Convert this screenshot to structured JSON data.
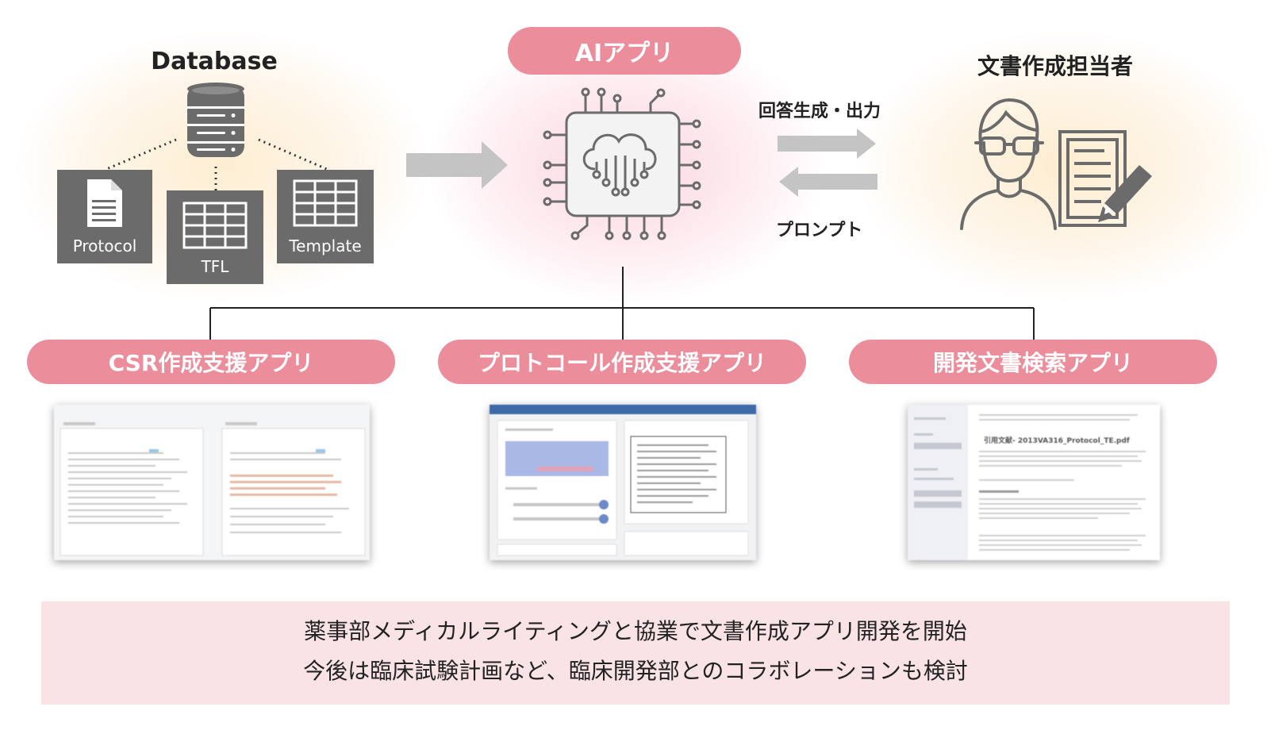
{
  "database": {
    "title": "Database",
    "cards": [
      "Protocol",
      "TFL",
      "Template"
    ]
  },
  "ai_app": {
    "title": "AIアプリ"
  },
  "writer": {
    "title": "文書作成担当者"
  },
  "arrows": {
    "output_label": "回答生成・出力",
    "prompt_label": "プロンプト"
  },
  "apps": [
    {
      "label": "CSR作成支援アプリ"
    },
    {
      "label": "プロトコール作成支援アプリ"
    },
    {
      "label": "開発文書検索アプリ"
    }
  ],
  "search_shot_heading": "引用文献- 2013VA316_Protocol_TE.pdf",
  "bottom": {
    "line1": "薬事部メディカルライティングと協業で文書作成アプリ開発を開始",
    "line2": "今後は臨床試験計画など、臨床開発部とのコラボレーションも検討"
  },
  "colors": {
    "pill": "#ec8d9b",
    "card": "#6b6b6b",
    "bottom_bg": "#f9e3e5",
    "arrow": "#c4c4c4"
  },
  "icons": [
    "database-icon",
    "document-icon",
    "table-icon",
    "ai-chip-icon",
    "person-icon",
    "edit-document-icon"
  ]
}
